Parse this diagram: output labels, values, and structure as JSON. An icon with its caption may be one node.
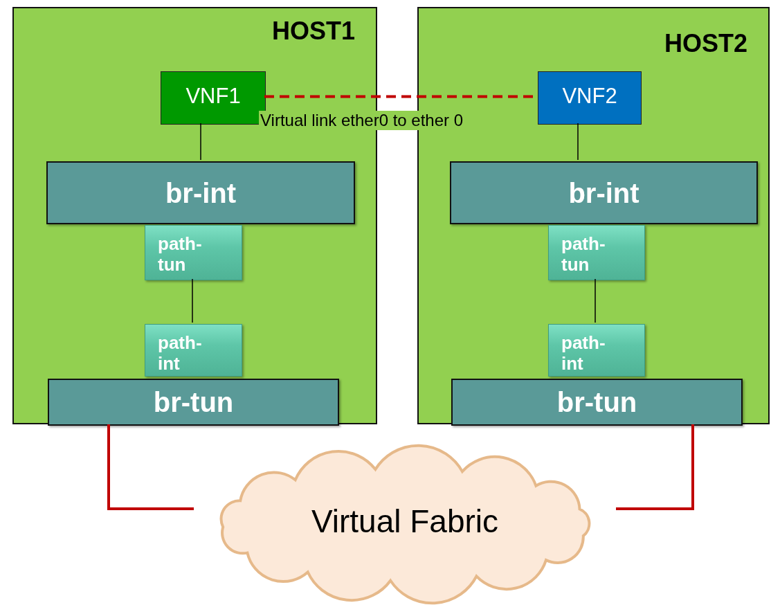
{
  "diagram": {
    "nodes": [
      {
        "text": [
          "HOST1"
        ]
      },
      {
        "text": [
          "VNF1"
        ],
        "in": 0
      },
      {
        "text": [
          "br-int"
        ],
        "in": 0
      },
      {
        "text": [
          "path-tun"
        ],
        "in": 0
      },
      {
        "text": [
          "path-int"
        ],
        "in": 0
      },
      {
        "text": [
          "br-tun"
        ],
        "in": 0
      },
      {
        "text": [
          "HOST2"
        ]
      },
      {
        "text": [
          "VNF2"
        ],
        "in": 6
      },
      {
        "text": [
          "br-int"
        ],
        "in": 6
      },
      {
        "text": [
          "path-tun"
        ],
        "in": 6
      },
      {
        "text": [
          "path-int"
        ],
        "in": 6
      },
      {
        "text": [
          "br-tun"
        ],
        "in": 6
      },
      {
        "text": [
          "Virtual Fabric"
        ]
      }
    ],
    "edges": [
      {
        "from": 1,
        "to": 7,
        "arrow": "none",
        "label": "Virtual link ether0 to ether 0",
        "style": "dashed",
        "color": "#c00000"
      },
      {
        "from": 1,
        "to": 2,
        "arrow": "none"
      },
      {
        "from": 3,
        "to": 4,
        "arrow": "none"
      },
      {
        "from": 7,
        "to": 8,
        "arrow": "none"
      },
      {
        "from": 9,
        "to": 10,
        "arrow": "none"
      },
      {
        "from": 5,
        "to": 12,
        "arrow": "none",
        "style": "thick",
        "color": "#c00000"
      },
      {
        "from": 11,
        "to": 12,
        "arrow": "none",
        "style": "thick",
        "color": "#c00000"
      }
    ]
  }
}
